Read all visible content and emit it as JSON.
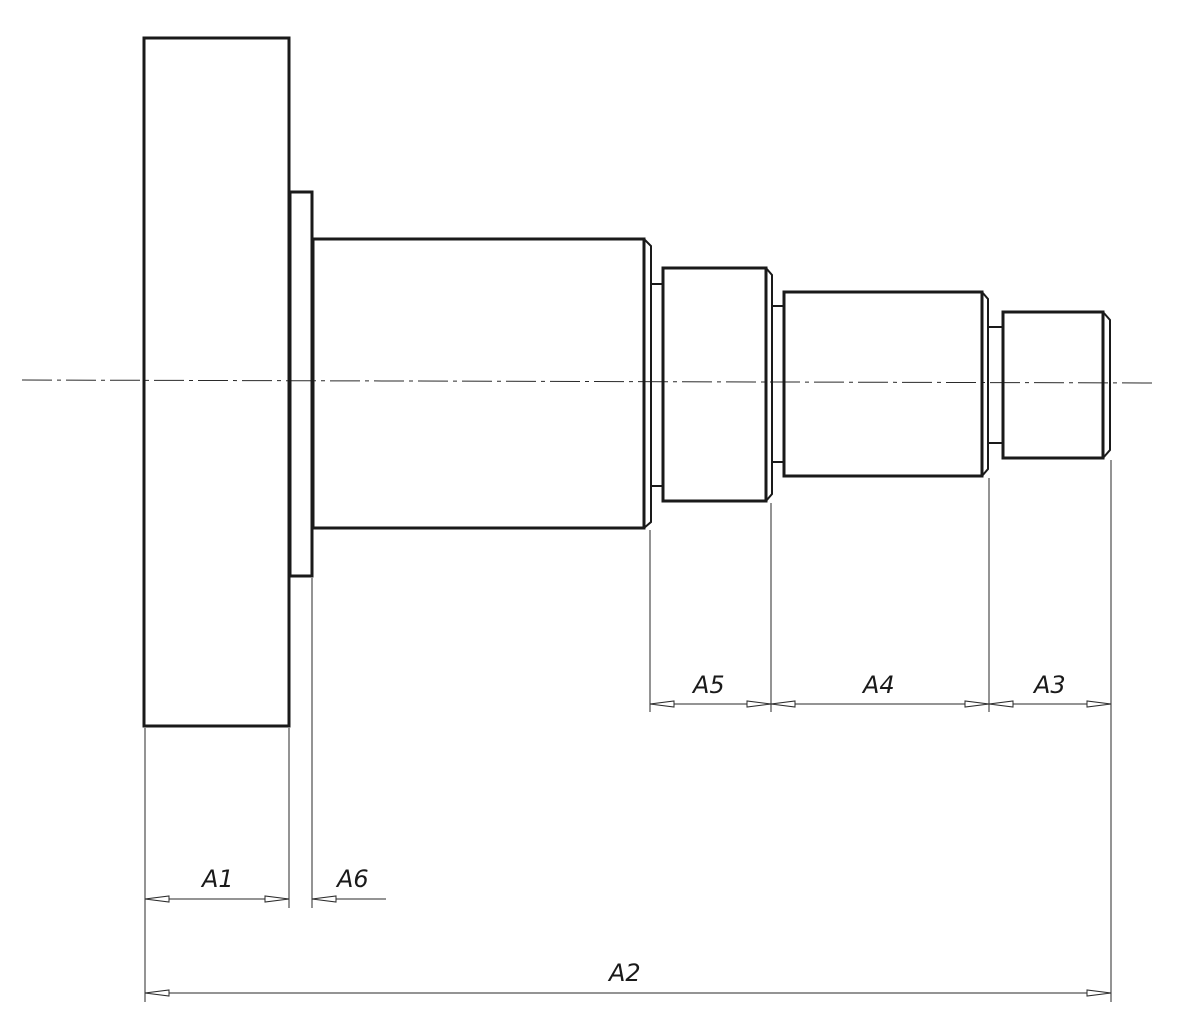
{
  "diagram": {
    "dimensions": {
      "a1": "A1",
      "a2": "A2",
      "a3": "A3",
      "a4": "A4",
      "a5": "A5",
      "a6": "A6"
    }
  }
}
